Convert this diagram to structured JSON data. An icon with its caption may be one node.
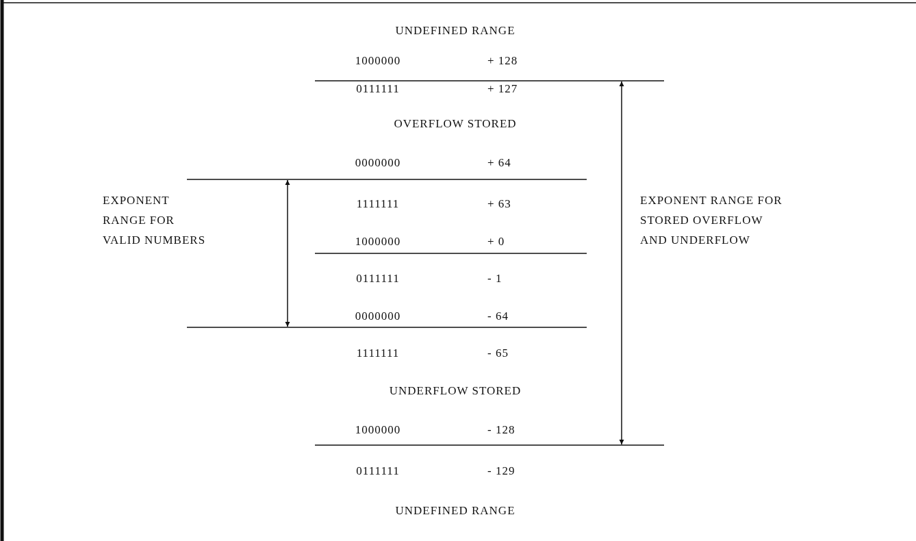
{
  "diagram": {
    "labels": [
      "UNDEFINED RANGE",
      "1000000",
      "+ 128",
      "0111111",
      "+ 127",
      "OVERFLOW STORED",
      "0000000",
      "+ 64",
      "1111111",
      "+ 63",
      "EXPONENT RANGE FOR VALID NUMBERS",
      "EXPONENT RANGE FOR STORED OVERFLOW AND UNDERFLOW",
      "1000000",
      "+ 0",
      "0111111",
      "- 1",
      "0000000",
      "- 64",
      "1111111",
      "- 65",
      "UNDERFLOW STORED",
      "1000000",
      "- 128",
      "0111111",
      "- 129",
      "UNDEFINED RANGE"
    ]
  }
}
